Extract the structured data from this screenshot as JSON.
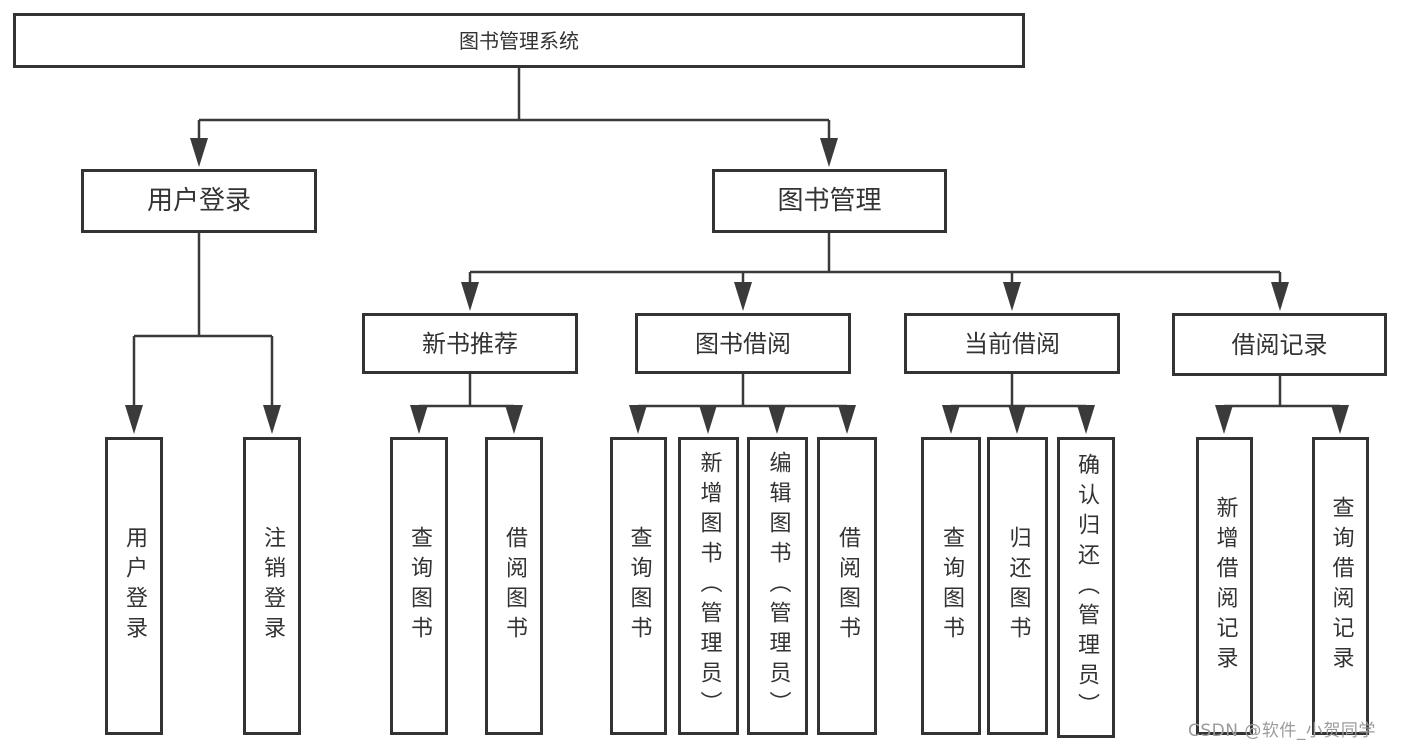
{
  "tree": {
    "label": "图书管理系统",
    "children": [
      {
        "label": "用户登录",
        "children": [
          {
            "label": "用户登录"
          },
          {
            "label": "注销登录"
          }
        ]
      },
      {
        "label": "图书管理",
        "children": [
          {
            "label": "新书推荐",
            "children": [
              {
                "label": "查询图书"
              },
              {
                "label": "借阅图书"
              }
            ]
          },
          {
            "label": "图书借阅",
            "children": [
              {
                "label": "查询图书"
              },
              {
                "label": "新增图书（管理员）"
              },
              {
                "label": "编辑图书（管理员）"
              },
              {
                "label": "借阅图书"
              }
            ]
          },
          {
            "label": "当前借阅",
            "children": [
              {
                "label": "查询图书"
              },
              {
                "label": "归还图书"
              },
              {
                "label": "确认归还（管理员）"
              }
            ]
          },
          {
            "label": "借阅记录",
            "children": [
              {
                "label": "新增借阅记录"
              },
              {
                "label": "查询借阅记录"
              }
            ]
          }
        ]
      }
    ]
  },
  "watermark": {
    "text": "CSDN @软件_小贺同学"
  },
  "colors": {
    "line": "#3a3a3a",
    "border": "#333333",
    "text": "#333333",
    "background": "#ffffff",
    "watermark": "#9b9b9b"
  }
}
